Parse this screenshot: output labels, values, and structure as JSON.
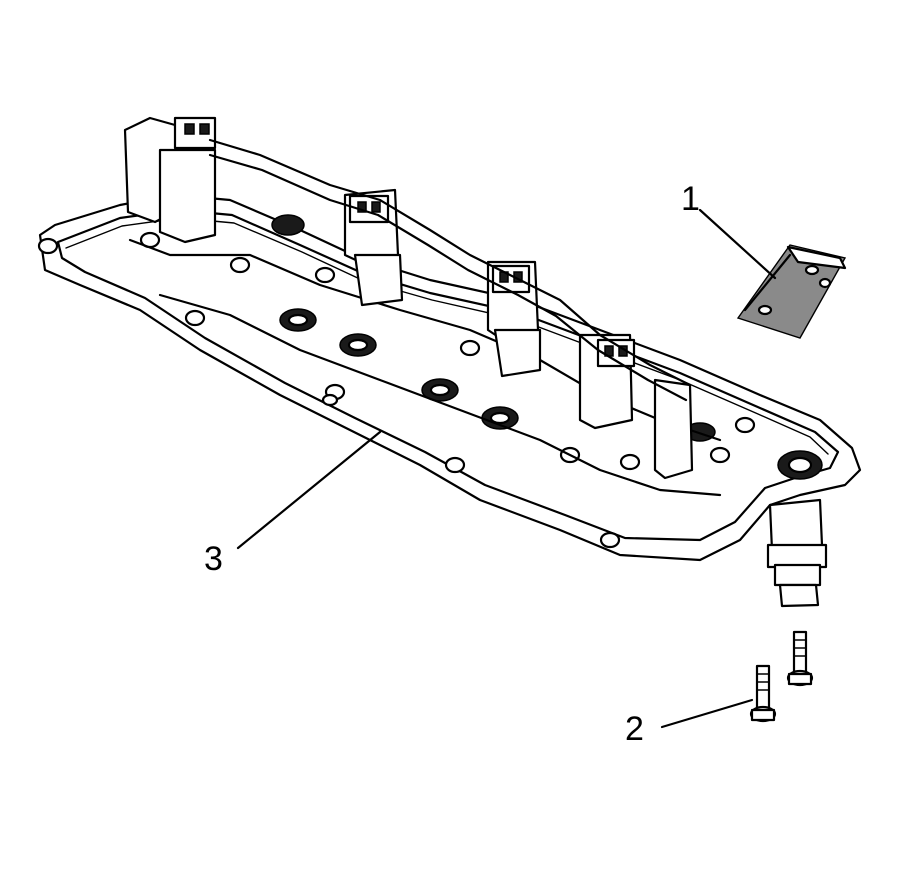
{
  "callouts": {
    "item1": "1",
    "item2": "2",
    "item3": "3"
  },
  "colors": {
    "line": "#000000",
    "background": "#ffffff",
    "part_shade": "#8a8a8a"
  }
}
